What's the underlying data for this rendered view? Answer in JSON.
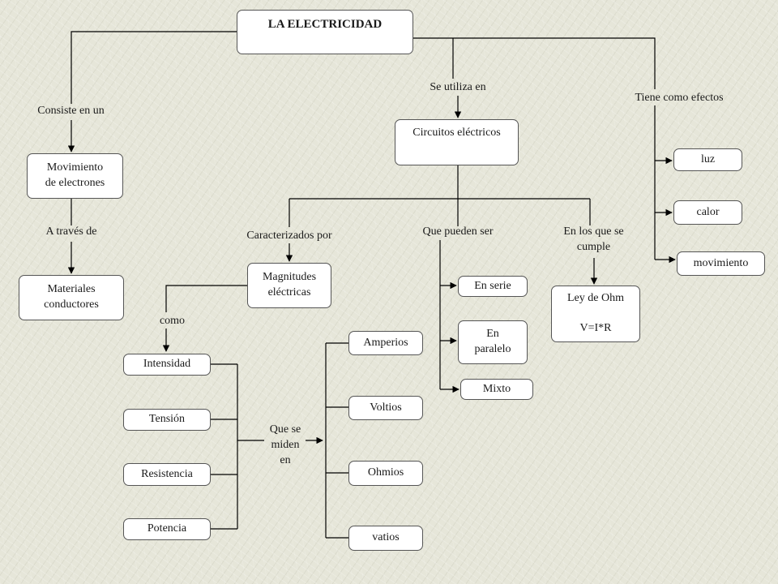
{
  "title": "LA ELECTRICIDAD",
  "links": {
    "consiste": "Consiste en un",
    "se_utiliza": "Se utiliza en",
    "efectos": "Tiene como efectos",
    "a_traves": "A través de",
    "caracterizados": "Caracterizados por",
    "pueden_ser": "Que pueden ser",
    "se_cumple": "En los que se\ncumple",
    "como": "como",
    "se_miden": "Que se\nmiden\nen"
  },
  "nodes": {
    "movimiento_electrones": "Movimiento\nde electrones",
    "materiales": "Materiales\nconductores",
    "circuitos": "Circuitos eléctricos",
    "magnitudes": "Magnitudes\neléctricas",
    "ley_ohm": "Ley de Ohm\n\nV=I*R",
    "en_serie": "En serie",
    "en_paralelo": "En\nparalelo",
    "mixto": "Mixto",
    "luz": "luz",
    "calor": "calor",
    "movimiento": "movimiento",
    "intensidad": "Intensidad",
    "tension": "Tensión",
    "resistencia": "Resistencia",
    "potencia": "Potencia",
    "amperios": "Amperios",
    "voltios": "Voltios",
    "ohmios": "Ohmios",
    "vatios": "vatios"
  },
  "colors": {
    "box_fill": "#ffffff",
    "line": "#000000",
    "background": "#e6e6d9"
  }
}
